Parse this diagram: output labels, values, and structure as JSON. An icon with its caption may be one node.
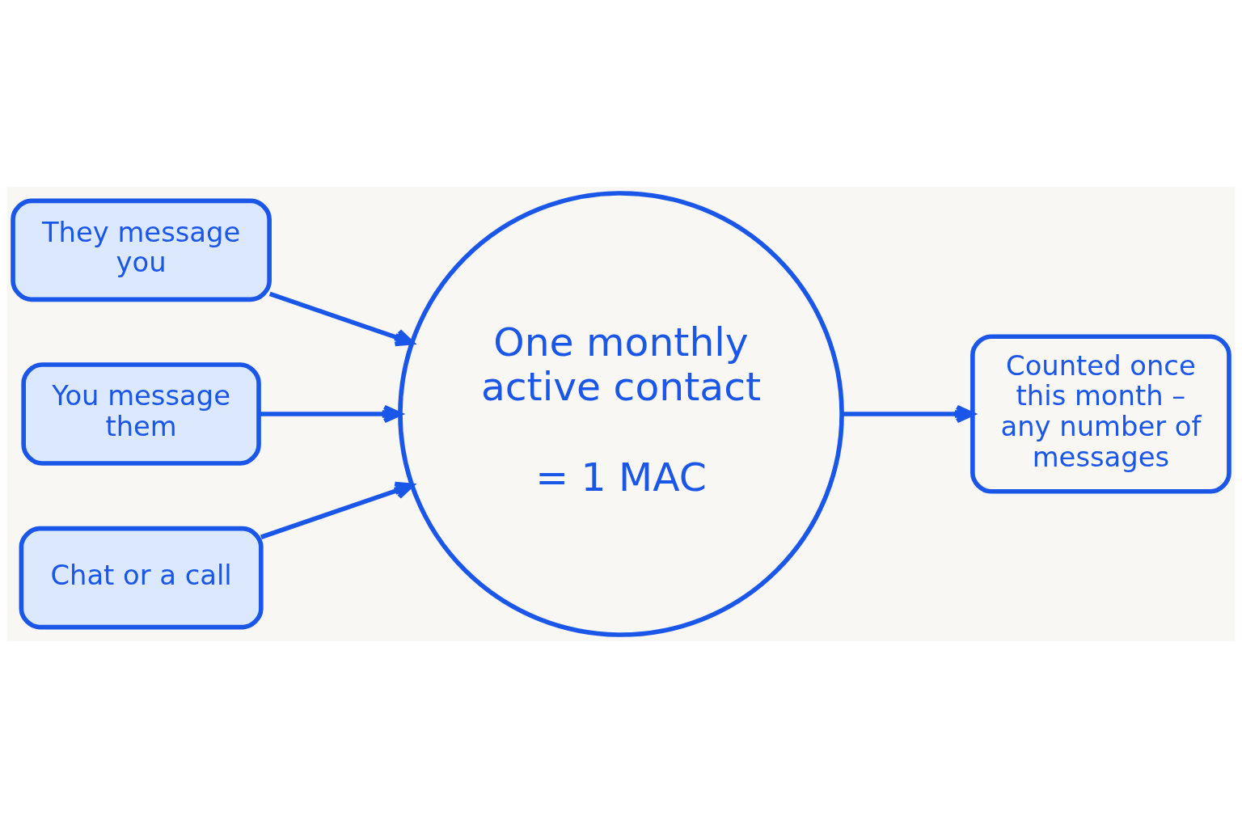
{
  "diagram": {
    "nodes": [
      {
        "text": [
          "They message you"
        ]
      },
      {
        "text": [
          "You message them"
        ]
      },
      {
        "text": [
          "Chat or a call"
        ]
      },
      {
        "text": [
          "One monthly active contact",
          "= 1 MAC"
        ]
      },
      {
        "text": [
          "Counted once this month – any number of messages"
        ]
      }
    ],
    "edges": [
      {
        "from": 0,
        "to": 3,
        "arrow": "to"
      },
      {
        "from": 1,
        "to": 3,
        "arrow": "to"
      },
      {
        "from": 2,
        "to": 3,
        "arrow": "to"
      },
      {
        "from": 3,
        "to": 4,
        "arrow": "to"
      }
    ]
  }
}
